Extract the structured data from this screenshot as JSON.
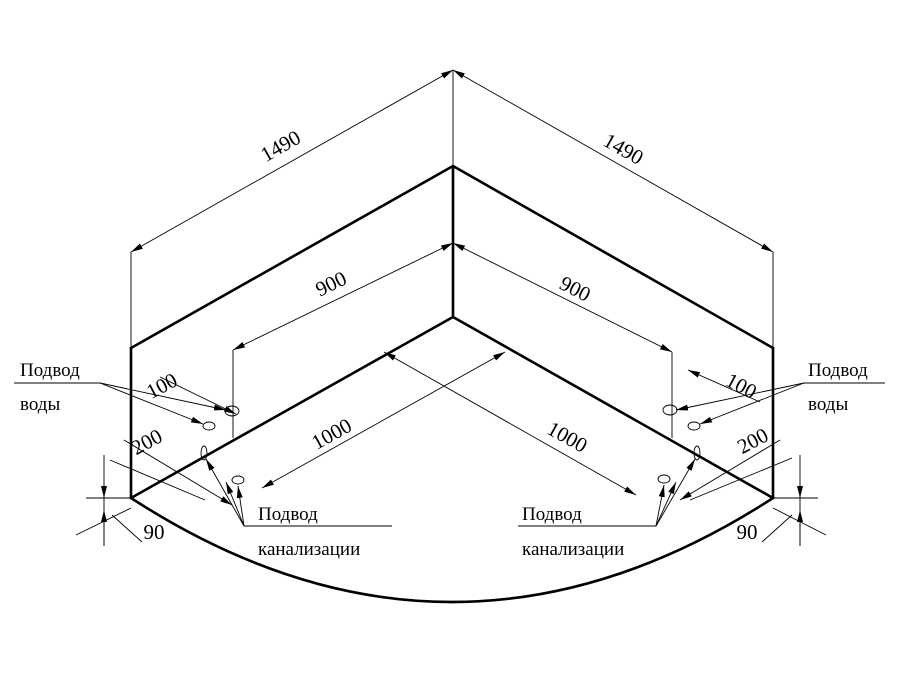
{
  "dimensions": {
    "outer_left": "1490",
    "outer_right": "1490",
    "inner_left": "900",
    "inner_right": "900",
    "diag_left": "1000",
    "diag_right": "1000",
    "water_offset_left": "100",
    "water_offset_right": "100",
    "drain_offset_left": "200",
    "drain_offset_right": "200",
    "height_left": "90",
    "height_right": "90"
  },
  "labels": {
    "water_left_line1": "Подвод",
    "water_left_line2": "воды",
    "water_right_line1": "Подвод",
    "water_right_line2": "воды",
    "drain_left_line1": "Подвод",
    "drain_left_line2": "канализации",
    "drain_right_line1": "Подвод",
    "drain_right_line2": "канализации"
  }
}
